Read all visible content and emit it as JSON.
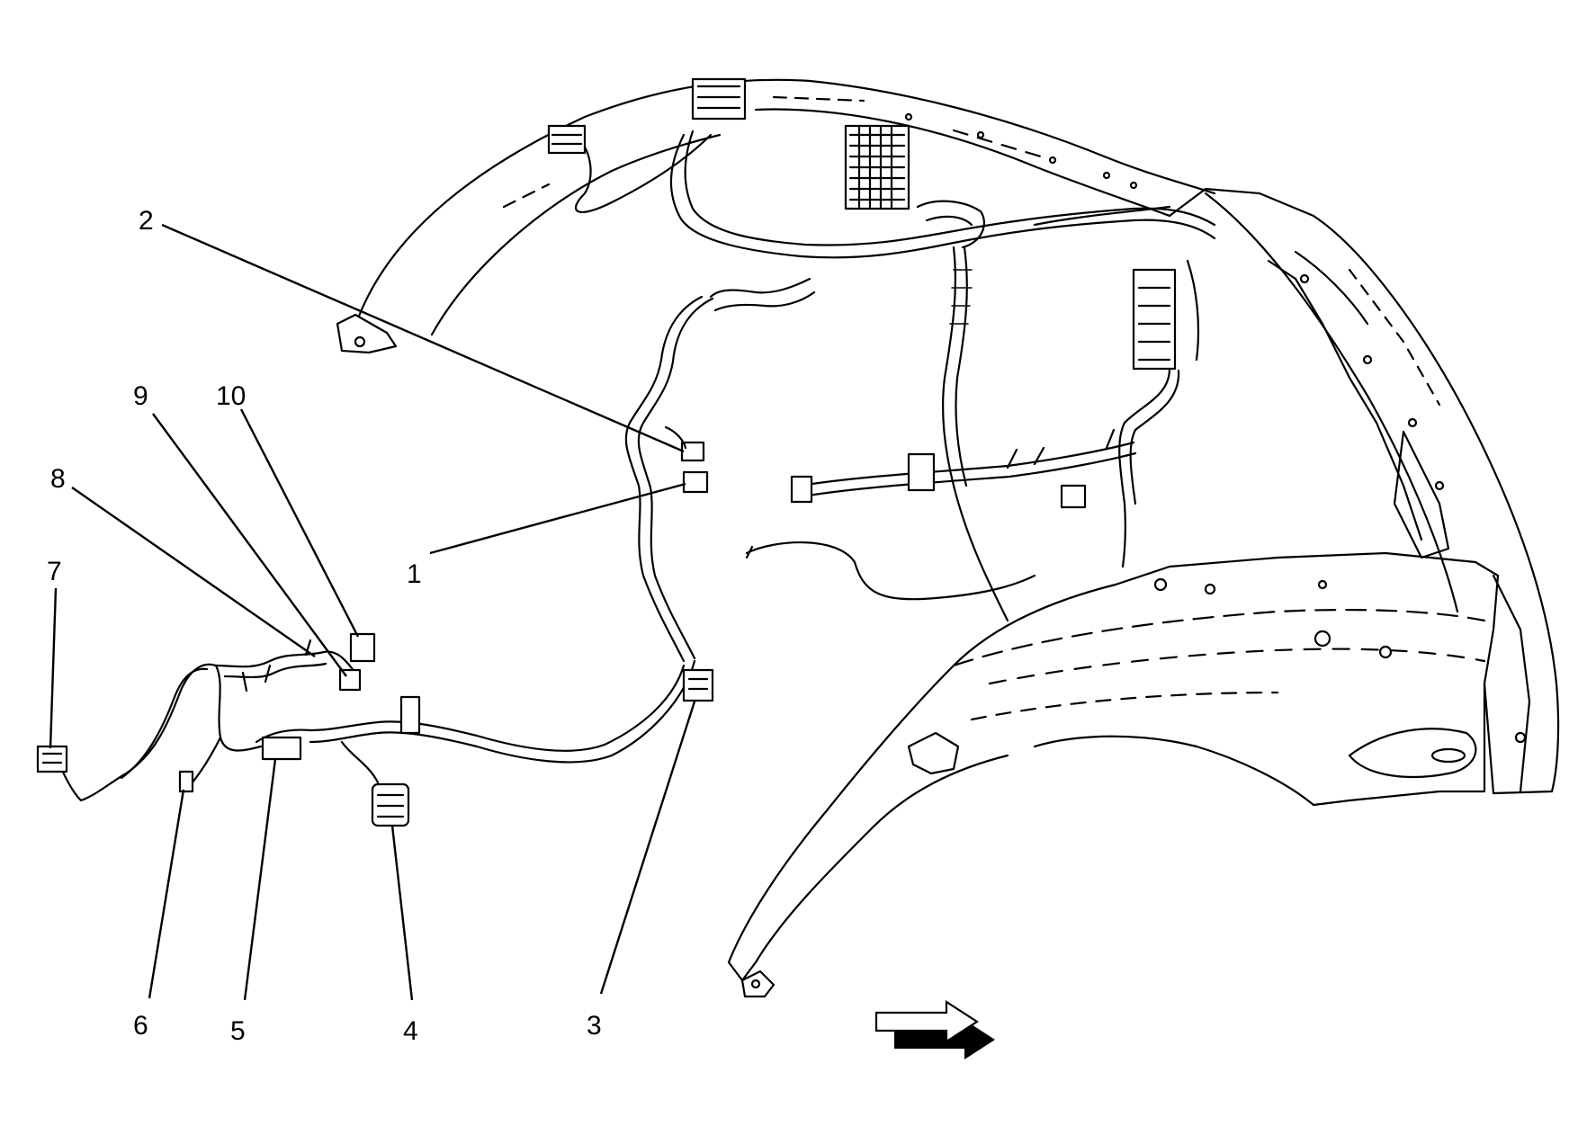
{
  "diagram": {
    "callouts": [
      {
        "id": "1",
        "label": "1"
      },
      {
        "id": "2",
        "label": "2"
      },
      {
        "id": "3",
        "label": "3"
      },
      {
        "id": "4",
        "label": "4"
      },
      {
        "id": "5",
        "label": "5"
      },
      {
        "id": "6",
        "label": "6"
      },
      {
        "id": "7",
        "label": "7"
      },
      {
        "id": "8",
        "label": "8"
      },
      {
        "id": "9",
        "label": "9"
      },
      {
        "id": "10",
        "label": "10"
      }
    ],
    "icons": {
      "orientation_arrow": "forward-arrow-icon"
    }
  }
}
